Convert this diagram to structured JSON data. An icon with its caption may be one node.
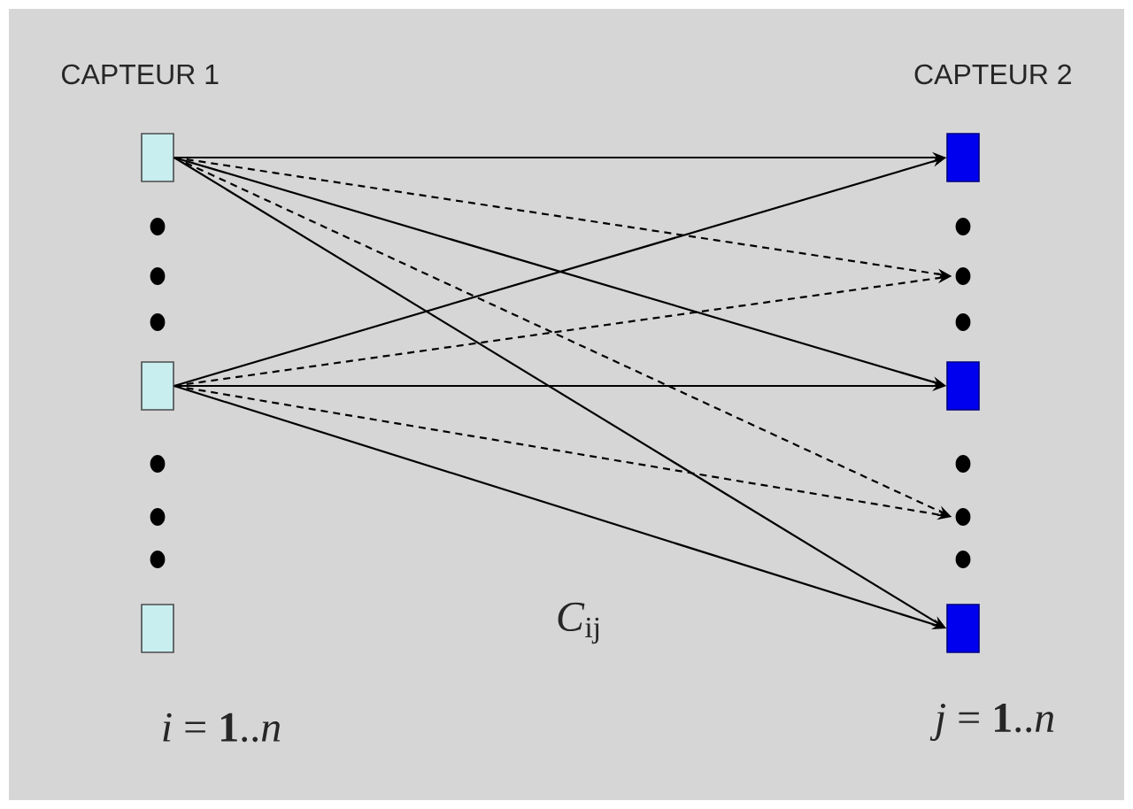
{
  "diagram": {
    "nodes": [
      {
        "text": [],
        "shape": "box"
      },
      {
        "text": [],
        "shape": "box"
      },
      {
        "text": [],
        "shape": "box"
      },
      {
        "text": [],
        "shape": "box"
      },
      {
        "text": [],
        "shape": "circle"
      },
      {
        "text": [],
        "shape": "box"
      },
      {
        "text": [],
        "shape": "circle"
      },
      {
        "text": [],
        "shape": "box"
      }
    ],
    "edges": [
      {
        "from": 0,
        "to": 3,
        "arrow": "to"
      },
      {
        "from": 0,
        "to": 4,
        "arrow": "to",
        "style": "dashed"
      },
      {
        "from": 0,
        "to": 5,
        "arrow": "to"
      },
      {
        "from": 0,
        "to": 6,
        "arrow": "to",
        "style": "dashed"
      },
      {
        "from": 0,
        "to": 7,
        "arrow": "to"
      },
      {
        "from": 1,
        "to": 3,
        "arrow": "to"
      },
      {
        "from": 1,
        "to": 4,
        "arrow": "to",
        "style": "dashed"
      },
      {
        "from": 1,
        "to": 5,
        "arrow": "to"
      },
      {
        "from": 1,
        "to": 6,
        "arrow": "to",
        "style": "dashed"
      },
      {
        "from": 1,
        "to": 7,
        "arrow": "to"
      }
    ],
    "labels": [
      "CAPTEUR 1",
      "CAPTEUR 2",
      "*C*$_{ij}$",
      "*i* = **1**..*n*",
      "*j* = **1**..*n*"
    ]
  }
}
